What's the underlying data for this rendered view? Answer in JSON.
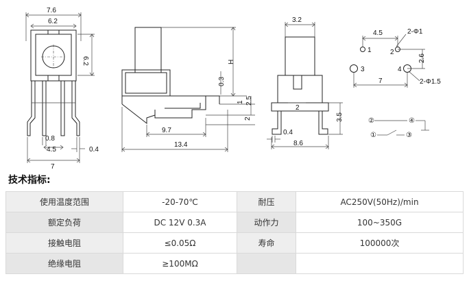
{
  "dimensions": {
    "front": {
      "w_total": "7.6",
      "w_body": "6.2",
      "h_body": "6.2",
      "pin_pitch": "4.5",
      "pin_w": "0.8",
      "lead_t": "0.4",
      "base_w": "7"
    },
    "side": {
      "H": "H",
      "gap": "0.3",
      "step": "1",
      "top_h": "2.5",
      "pin": "2",
      "len": "9.7",
      "total": "13.4"
    },
    "end": {
      "act_w": "3.2",
      "stem": "2",
      "pin_h": "3.5",
      "lead": "0.4",
      "width": "8.6"
    },
    "pcb": {
      "pitch_x": "4.5",
      "hole_small": "2-Φ1",
      "hole_large": "2-Φ1.5",
      "pitch_y": "2.6",
      "span": "7",
      "p1": "1",
      "p2": "2",
      "p3": "3",
      "p4": "4"
    }
  },
  "circuit": {
    "n1": "①",
    "n2": "②",
    "n3": "③",
    "n4": "④"
  },
  "specs": {
    "title": "技术指标:",
    "rows": [
      {
        "k1": "使用温度范围",
        "v1": "-20-70℃",
        "k2": "耐压",
        "v2": "AC250V(50Hz)/min"
      },
      {
        "k1": "额定负荷",
        "v1": "DC 12V 0.3A",
        "k2": "动作力",
        "v2": "100~350G"
      },
      {
        "k1": "接触电阻",
        "v1": "≤0.05Ω",
        "k2": "寿命",
        "v2": "100000次"
      },
      {
        "k1": "绝缘电阻",
        "v1": "≥100MΩ",
        "k2": "",
        "v2": ""
      }
    ]
  }
}
